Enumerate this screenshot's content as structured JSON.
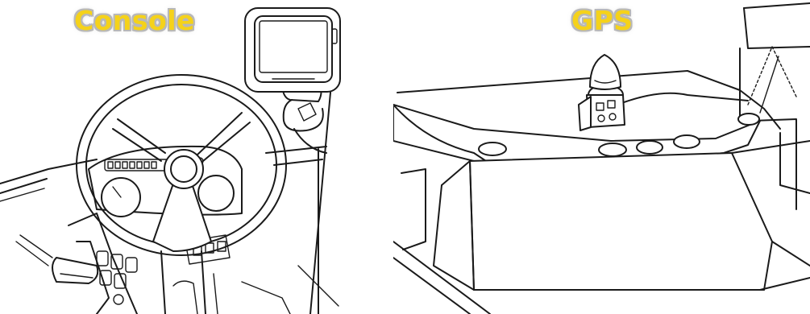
{
  "panels": {
    "console": {
      "label": "Console",
      "label_color": "#f5d21a",
      "icon": "tractor-cab-steering-wheel-with-console-display"
    },
    "gps": {
      "label": "GPS",
      "label_color": "#f5d21a",
      "icon": "tractor-roof-with-gps-receiver-dome"
    }
  },
  "colors": {
    "label_fill": "#f5d21a",
    "label_outline": "#b8b8b8",
    "line_art": "#1a1a1a",
    "background": "#ffffff"
  }
}
